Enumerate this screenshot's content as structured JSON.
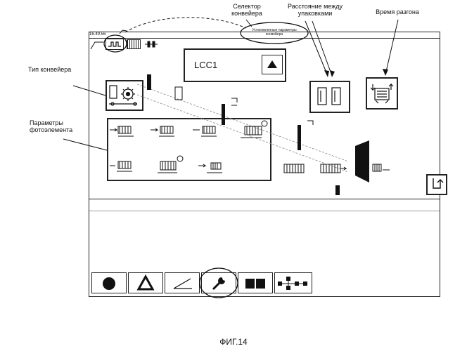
{
  "callouts": {
    "conveyor_selector": "Селектор\nконвейера",
    "package_distance": "Расстояние между\nупаковками",
    "ramp_time": "Время разгона",
    "conveyor_type": "Тип конвейера",
    "photocell_params": "Параметры\nфотоэлемента"
  },
  "screen": {
    "clock": "16.49.56",
    "installed_params": "Установленные параметры\nконвейера",
    "conveyor_id": "LCC1"
  },
  "figure": {
    "caption": "ФИГ.14"
  },
  "icons": {
    "top_tabs": [
      "conveyor-tab-icon",
      "grid-tab-icon",
      "network-tab-icon"
    ],
    "toolbar": [
      "circle-icon",
      "triangle-warning-icon",
      "angle-icon",
      "wrench-icon",
      "book-icon",
      "flow-network-icon"
    ]
  }
}
